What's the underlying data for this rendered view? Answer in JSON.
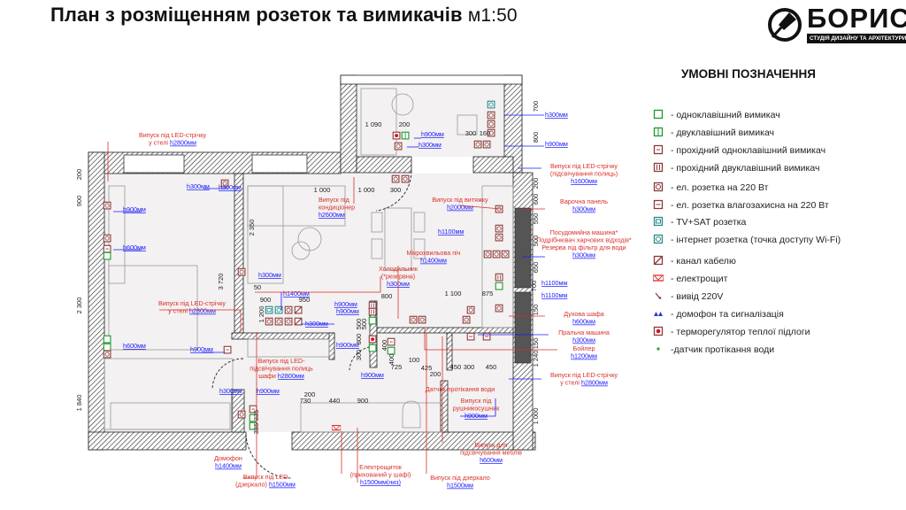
{
  "title": {
    "main": "План з розміщенням розеток та вимикачів",
    "scale": "м1:50"
  },
  "logo": {
    "name": "БОРИС",
    "tagline": "СТУДІЯ ДИЗАЙНУ ТА АРХІТЕКТУРИ",
    "icon": "brush-icon"
  },
  "colors": {
    "label_red": "#d9302a",
    "height_blue": "#1a1aff",
    "switch_green": "#1a9a2a",
    "socket_brown": "#8b3a3a",
    "tv_teal": "#2a8a8a",
    "wall_dark": "#555555"
  },
  "legend": {
    "title": "УМОВНІ ПОЗНАЧЕННЯ",
    "items": [
      {
        "icon": "single-switch-icon",
        "label": "- одноклавішний вимикач"
      },
      {
        "icon": "double-switch-icon",
        "label": "- двуклавішний вимикач"
      },
      {
        "icon": "pass-single-switch-icon",
        "label": "- прохідний одноклавішний вимикач"
      },
      {
        "icon": "pass-double-switch-icon",
        "label": "- прохідний двуклавішний вимикач"
      },
      {
        "icon": "socket-220-icon",
        "label": "- ел. розетка на 220 Вт"
      },
      {
        "icon": "waterproof-socket-icon",
        "label": "- ел. розетка влагозахисна на 220 Вт"
      },
      {
        "icon": "tv-sat-socket-icon",
        "label": "- TV+SAT розетка"
      },
      {
        "icon": "internet-socket-icon",
        "label": "- інтернет розетка (точка доступу Wi-Fi)"
      },
      {
        "icon": "cable-channel-icon",
        "label": "- канал кабелю"
      },
      {
        "icon": "electrical-panel-icon",
        "label": "- електрощит"
      },
      {
        "icon": "outlet-220v-icon",
        "label": "- вивід 220V"
      },
      {
        "icon": "intercom-alarm-icon",
        "label": "- домофон та сигналізація"
      },
      {
        "icon": "floor-thermostat-icon",
        "label": "- терморегулятор теплої підлоги"
      },
      {
        "icon": "water-leak-sensor-icon",
        "label": "-датчик протікання води"
      }
    ]
  },
  "annotations": [
    {
      "lines": [
        "Випуск під LED-стрічку",
        "у стелі h2800мм"
      ]
    },
    {
      "lines": [
        "h900мм"
      ]
    },
    {
      "lines": [
        "h600мм"
      ]
    },
    {
      "lines": [
        "h300мм"
      ]
    },
    {
      "lines": [
        "Випуск під",
        "кондиціонер",
        "h2600мм"
      ]
    },
    {
      "lines": [
        "h300мм"
      ]
    },
    {
      "lines": [
        "Випуск під LED-стрічку",
        "у стелі h2800мм"
      ]
    },
    {
      "lines": [
        "h300мм"
      ]
    },
    {
      "lines": [
        "h1400мм"
      ]
    },
    {
      "lines": [
        "h900мм"
      ]
    },
    {
      "lines": [
        "h300мм"
      ]
    },
    {
      "lines": [
        "h900мм"
      ]
    },
    {
      "lines": [
        "h600мм"
      ]
    },
    {
      "lines": [
        "Випуск під LED-",
        "підсвічування полиць",
        "шафи h2800мм"
      ]
    },
    {
      "lines": [
        "h300мм"
      ]
    },
    {
      "lines": [
        "h900мм"
      ]
    },
    {
      "lines": [
        "Домофон",
        "h1400мм"
      ]
    },
    {
      "lines": [
        "Випуск під LED",
        "(дзеркало) h1500мм"
      ]
    },
    {
      "lines": [
        "Електрощиток",
        "(прихований у шафі)",
        "h1500мм(низ)"
      ]
    },
    {
      "lines": [
        "Випуск під дзеркало",
        "h1500мм"
      ]
    },
    {
      "lines": [
        "Випуск для",
        "підсвічування меблів",
        "h600мм"
      ]
    },
    {
      "lines": [
        "Випуск під",
        "рушникосушник",
        "h900мм"
      ]
    },
    {
      "lines": [
        "Датчик протікання води"
      ]
    },
    {
      "lines": [
        "h900мм"
      ]
    },
    {
      "lines": [
        "h900мм"
      ]
    },
    {
      "lines": [
        "h900мм"
      ]
    },
    {
      "lines": [
        "Холодильник",
        "(*резервна)",
        "h300мм"
      ]
    },
    {
      "lines": [
        "Мікрохвильова піч",
        "h1400мм"
      ]
    },
    {
      "lines": [
        "Випуск під витяжку",
        "h2000мм"
      ]
    },
    {
      "lines": [
        "h1100мм"
      ]
    },
    {
      "lines": [
        "h900мм"
      ]
    },
    {
      "lines": [
        "h300мм"
      ]
    },
    {
      "lines": [
        "h300мм"
      ]
    },
    {
      "lines": [
        "h900мм"
      ]
    },
    {
      "lines": [
        "Випуск під LED-стрічку",
        "(підсвічування полиць)",
        "h1600мм"
      ]
    },
    {
      "lines": [
        "Варочна панель",
        "h300мм"
      ]
    },
    {
      "lines": [
        "Посудомийна машина*",
        "Подрібнювач харчових відходів*",
        "Резерва під фільтр для води",
        "h300мм"
      ]
    },
    {
      "lines": [
        "h1100мм"
      ]
    },
    {
      "lines": [
        "h1100мм"
      ]
    },
    {
      "lines": [
        "Духова шафа",
        "h600мм"
      ]
    },
    {
      "lines": [
        "Пральна машина",
        "h300мм"
      ]
    },
    {
      "lines": [
        "Бойлер",
        "h1200мм"
      ]
    },
    {
      "lines": [
        "Випуск під LED-стрічку",
        "у стелі h2800мм"
      ]
    }
  ],
  "dimensions": [
    "1 000",
    "1 000",
    "300",
    "2 350",
    "3 720",
    "900",
    "950",
    "50",
    "1 200",
    "800",
    "1 100",
    "875",
    "725",
    "425",
    "100",
    "450",
    "300",
    "450",
    "200",
    "400",
    "500",
    "730",
    "440",
    "900",
    "335",
    "335",
    "1 000",
    "1 090",
    "200",
    "300",
    "160",
    "700",
    "800",
    "200",
    "600",
    "550",
    "500",
    "650",
    "700",
    "150",
    "150",
    "1 240",
    "200",
    "900",
    "2 300",
    "1 840",
    "500",
    "800",
    "300",
    "400",
    "200"
  ]
}
